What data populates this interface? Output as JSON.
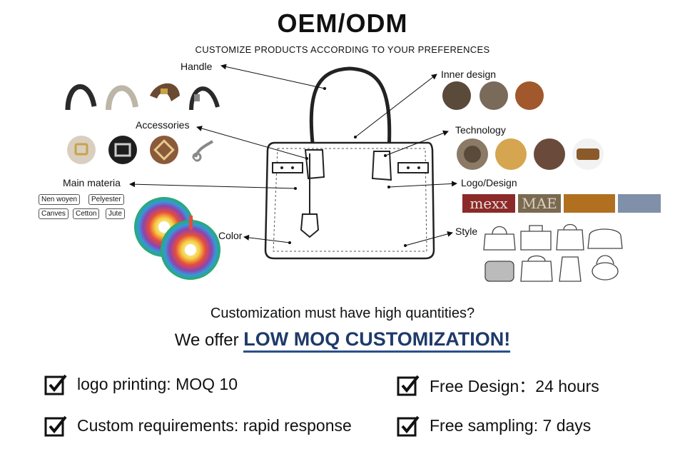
{
  "title": "OEM/ODM",
  "subtitle": "CUSTOMIZE PRODUCTS ACCORDING TO YOUR PREFERENCES",
  "labels": {
    "handle": "Handle",
    "accessories": "Accessories",
    "main_material": "Main materia",
    "color": "Color",
    "inner_design": "Inner design",
    "technology": "Technology",
    "logo_design": "Logo/Design",
    "style": "Style"
  },
  "materials": [
    "Nen woyen",
    "Pelyester",
    "Canves",
    "Cetton",
    "Jute"
  ],
  "logo_samples": [
    "mexx",
    "MAE",
    "",
    ""
  ],
  "colors": {
    "accent": "#1f3a6b",
    "handle_leather": "#6b4a32",
    "gold": "#c9a24a"
  },
  "tagline": {
    "question": "Customization must have high quantities?",
    "offer_prefix": "We offer ",
    "offer_highlight": "LOW MOQ CUSTOMIZATION!"
  },
  "features": [
    "logo printing: MOQ 10",
    "Free Design：24 hours",
    "Custom requirements: rapid response",
    "Free sampling: 7 days"
  ]
}
